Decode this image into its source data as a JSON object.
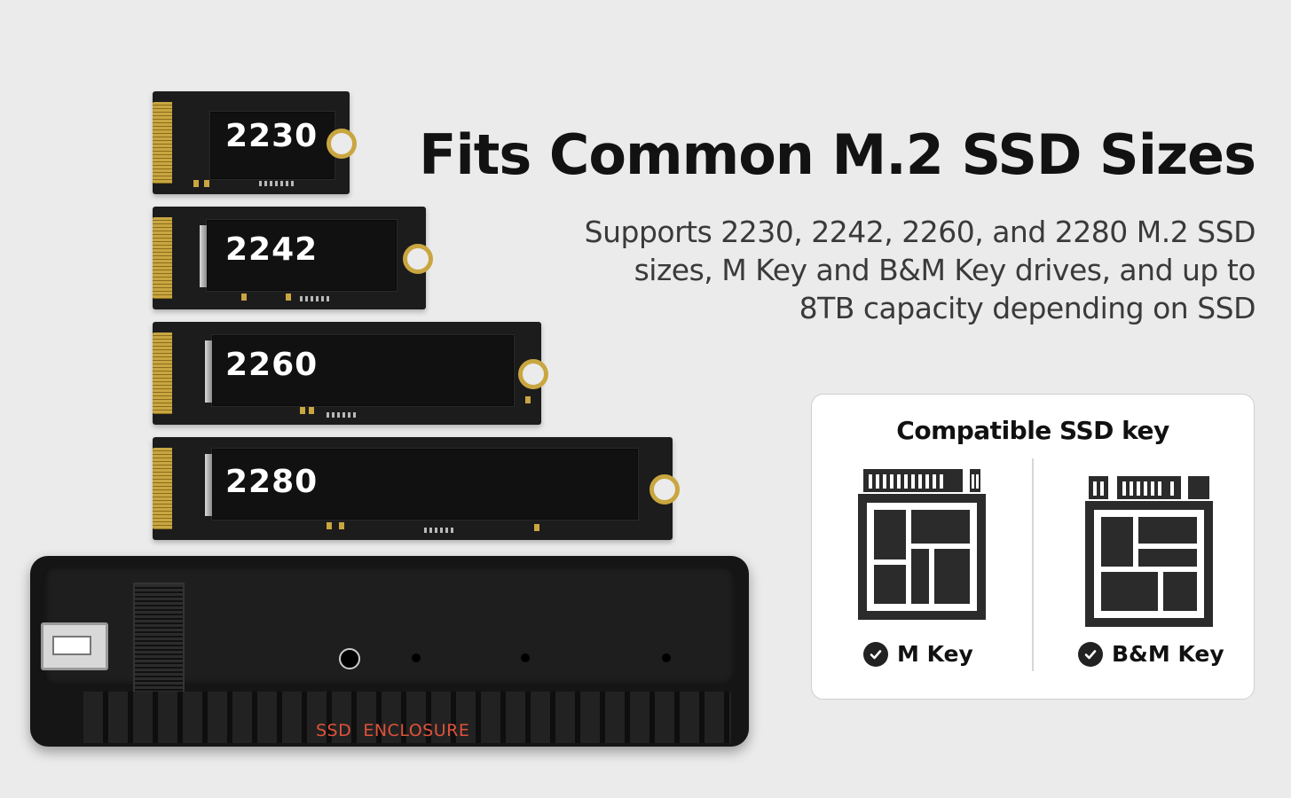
{
  "headline": "Fits Common M.2 SSD Sizes",
  "subline": "Supports 2230, 2242, 2260, and 2280 M.2 SSD sizes, M Key and B&M Key drives, and up to 8TB capacity depending on SSD",
  "ssd_sizes": [
    {
      "label": "2230"
    },
    {
      "label": "2242"
    },
    {
      "label": "2260"
    },
    {
      "label": "2280"
    }
  ],
  "enclosure": {
    "brand": "SSD  ENCLOSURE"
  },
  "key_card": {
    "title": "Compatible SSD key",
    "keys": [
      {
        "label": "M Key",
        "icon": "m-key-icon"
      },
      {
        "label": "B&M Key",
        "icon": "bm-key-icon"
      }
    ]
  },
  "colors": {
    "background": "#ebebeb",
    "brand_accent": "#e0523a",
    "gold_contacts": "#c9a640"
  }
}
